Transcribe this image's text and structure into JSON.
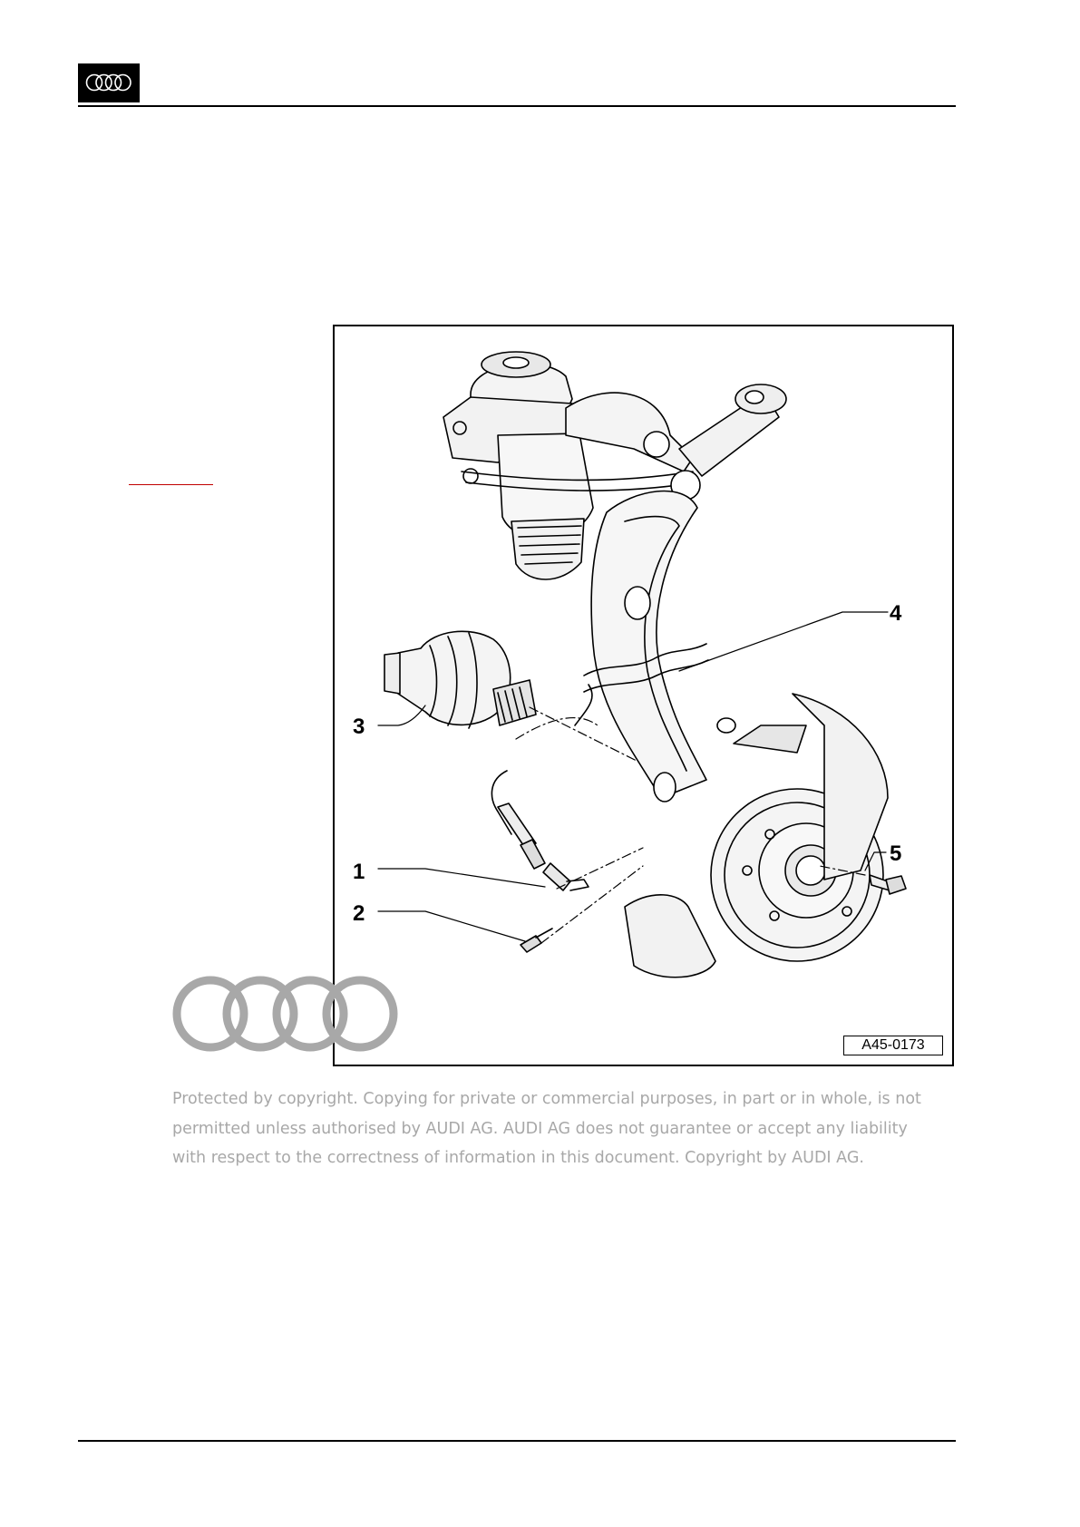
{
  "header": {
    "logo": "audi-rings-logo"
  },
  "figure": {
    "callouts": [
      {
        "label": "1"
      },
      {
        "label": "2"
      },
      {
        "label": "3"
      },
      {
        "label": "4"
      },
      {
        "label": "5"
      }
    ],
    "code": "A45-0173"
  },
  "watermark": {
    "logo": "audi-rings-watermark",
    "copyright_lines": [
      "Protected by copyright. Copying for private or commercial purposes, in part or in whole, is not",
      "permitted unless authorised by AUDI AG. AUDI AG does not guarantee or accept any liability",
      "with respect to the correctness of information in this document. Copyright by AUDI AG."
    ]
  },
  "colors": {
    "link_red": "#c00000",
    "watermark_gray": "#a8a8a8"
  }
}
